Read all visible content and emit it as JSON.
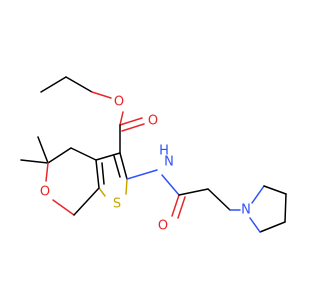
{
  "colors": {
    "bond": "#000000",
    "O": "#e8262a",
    "N": "#3050f8",
    "S": "#c8a800"
  },
  "atoms": [
    {
      "id": "ester-o-carbonyl",
      "label": "O"
    },
    {
      "id": "ester-o-ether",
      "label": "O"
    },
    {
      "id": "pyran-o",
      "label": "O"
    },
    {
      "id": "thiophene-s",
      "label": "S"
    },
    {
      "id": "amide-n",
      "label": "N"
    },
    {
      "id": "amide-h",
      "label": "H"
    },
    {
      "id": "amide-o",
      "label": "O"
    },
    {
      "id": "pyrrolidine-n",
      "label": "N"
    }
  ]
}
